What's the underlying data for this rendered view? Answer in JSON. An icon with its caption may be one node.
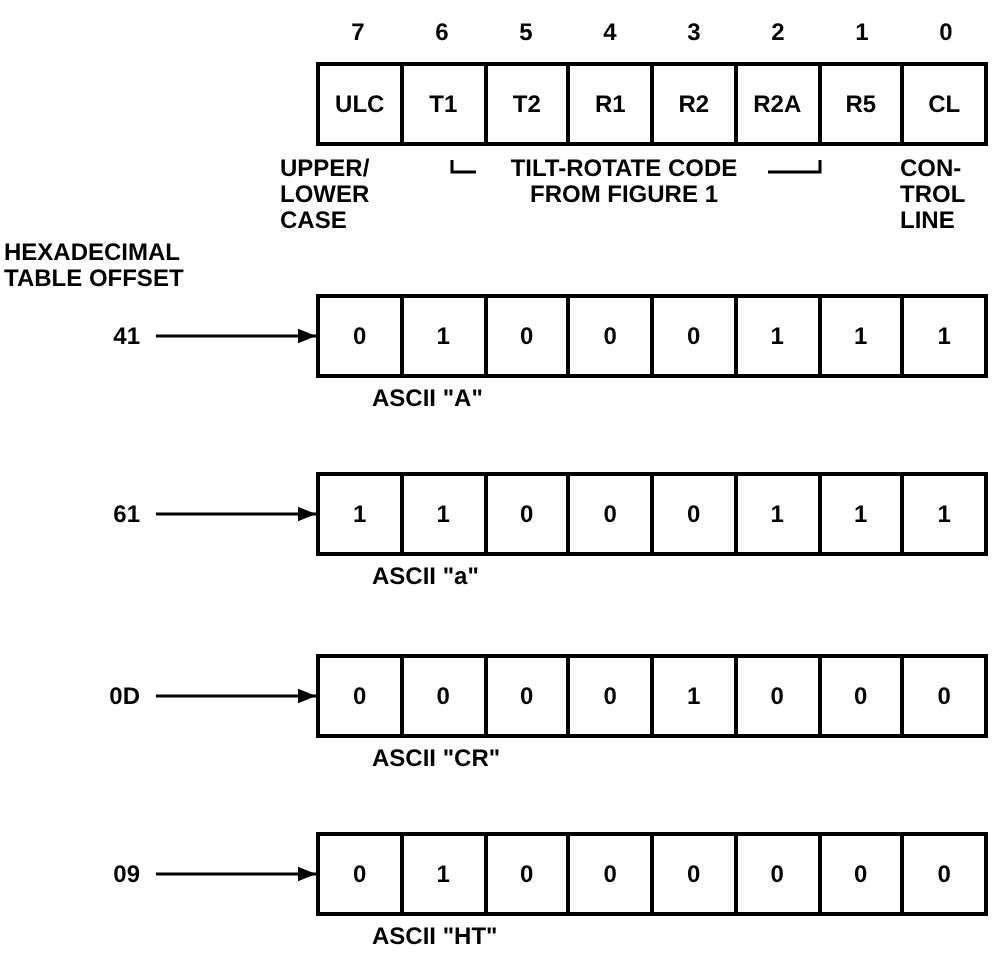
{
  "diagram": {
    "nodes": [
      {
        "text": [],
        "shape": "box"
      },
      {
        "text": [
          "ULC"
        ],
        "in": 0
      },
      {
        "text": [
          "T1"
        ],
        "in": 0
      },
      {
        "text": [
          "T2"
        ],
        "in": 0
      },
      {
        "text": [
          "R1"
        ],
        "in": 0
      },
      {
        "text": [
          "R2"
        ],
        "in": 0
      },
      {
        "text": [
          "R2A"
        ],
        "in": 0
      },
      {
        "text": [
          "R5"
        ],
        "in": 0
      },
      {
        "text": [
          "CL"
        ],
        "in": 0
      },
      {
        "text": [
          "41"
        ]
      },
      {
        "text": [],
        "shape": "box",
        "beside": [
          "ASCII \"A\""
        ]
      },
      {
        "text": [
          "0"
        ],
        "in": 10
      },
      {
        "text": [
          "1"
        ],
        "in": 10
      },
      {
        "text": [
          "0"
        ],
        "in": 10
      },
      {
        "text": [
          "0"
        ],
        "in": 10
      },
      {
        "text": [
          "0"
        ],
        "in": 10
      },
      {
        "text": [
          "1"
        ],
        "in": 10
      },
      {
        "text": [
          "1"
        ],
        "in": 10
      },
      {
        "text": [
          "1"
        ],
        "in": 10
      },
      {
        "text": [
          "61"
        ]
      },
      {
        "text": [],
        "shape": "box",
        "beside": [
          "ASCII \"a\""
        ]
      },
      {
        "text": [
          "1"
        ],
        "in": 20
      },
      {
        "text": [
          "1"
        ],
        "in": 20
      },
      {
        "text": [
          "0"
        ],
        "in": 20
      },
      {
        "text": [
          "0"
        ],
        "in": 20
      },
      {
        "text": [
          "0"
        ],
        "in": 20
      },
      {
        "text": [
          "1"
        ],
        "in": 20
      },
      {
        "text": [
          "1"
        ],
        "in": 20
      },
      {
        "text": [
          "1"
        ],
        "in": 20
      },
      {
        "text": [
          "0D"
        ]
      },
      {
        "text": [],
        "shape": "box",
        "beside": [
          "ASCII \"CR\""
        ]
      },
      {
        "text": [
          "0"
        ],
        "in": 30
      },
      {
        "text": [
          "0"
        ],
        "in": 30
      },
      {
        "text": [
          "0"
        ],
        "in": 30
      },
      {
        "text": [
          "0"
        ],
        "in": 30
      },
      {
        "text": [
          "1"
        ],
        "in": 30
      },
      {
        "text": [
          "0"
        ],
        "in": 30
      },
      {
        "text": [
          "0"
        ],
        "in": 30
      },
      {
        "text": [
          "0"
        ],
        "in": 30
      },
      {
        "text": [
          "09"
        ]
      },
      {
        "text": [],
        "shape": "box",
        "beside": [
          "ASCII \"HT\""
        ]
      },
      {
        "text": [
          "0"
        ],
        "in": 40
      },
      {
        "text": [
          "1"
        ],
        "in": 40
      },
      {
        "text": [
          "0"
        ],
        "in": 40
      },
      {
        "text": [
          "0"
        ],
        "in": 40
      },
      {
        "text": [
          "0"
        ],
        "in": 40
      },
      {
        "text": [
          "0"
        ],
        "in": 40
      },
      {
        "text": [
          "0"
        ],
        "in": 40
      },
      {
        "text": [
          "0"
        ],
        "in": 40
      }
    ],
    "edges": [
      {
        "from": 9,
        "to": 10,
        "arrow": "to"
      },
      {
        "from": 19,
        "to": 20,
        "arrow": "to"
      },
      {
        "from": 29,
        "to": 30,
        "arrow": "to"
      },
      {
        "from": 39,
        "to": 40,
        "arrow": "to"
      }
    ],
    "labels": [
      "7",
      "6",
      "5",
      "4",
      "3",
      "2",
      "1",
      "0",
      "UPPER/ LOWER CASE",
      "TILT-ROTATE CODE FROM FIGURE 1",
      "CON- TROL LINE",
      "HEXADECIMAL TABLE OFFSET"
    ]
  }
}
